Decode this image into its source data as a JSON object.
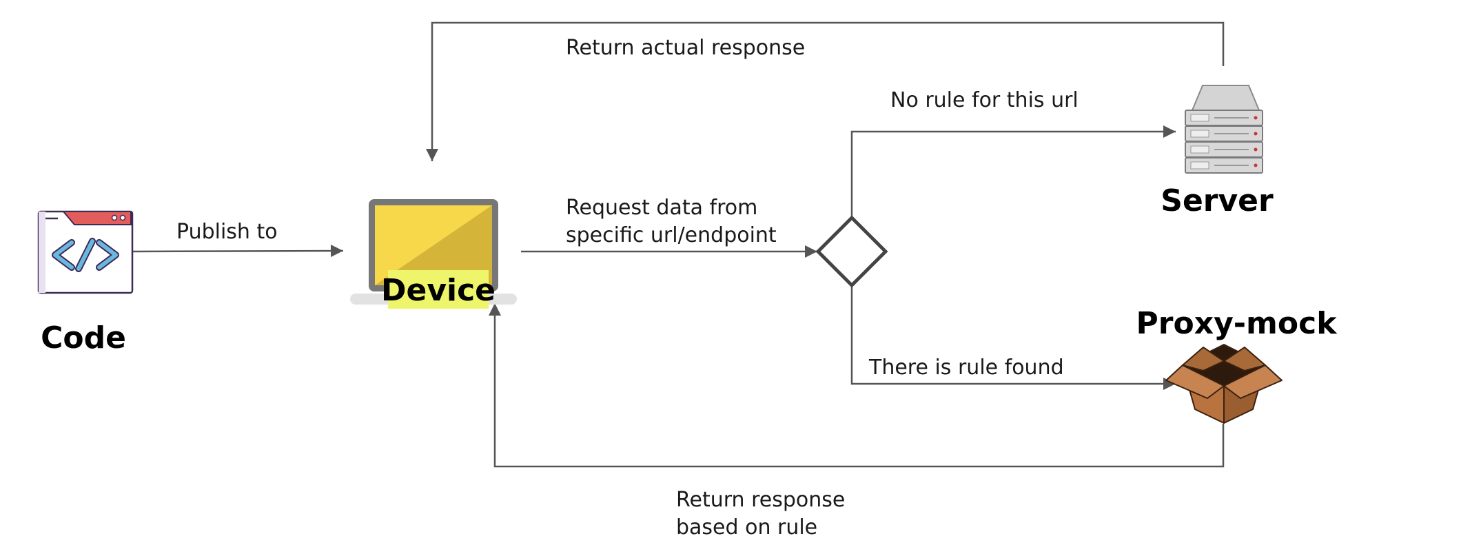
{
  "nodes": {
    "code": {
      "label": "Code"
    },
    "device": {
      "label": "Device"
    },
    "server": {
      "label": "Server"
    },
    "proxy": {
      "label": "Proxy-mock"
    }
  },
  "edges": {
    "publish": {
      "label": "Publish to"
    },
    "request": {
      "line1": "Request data from",
      "line2": "specific url/endpoint"
    },
    "no_rule": {
      "label": "No rule for this url"
    },
    "rule_found": {
      "label": "There is rule found"
    },
    "actual_response": {
      "label": "Return actual response"
    },
    "rule_response": {
      "line1": "Return response",
      "line2": "based on rule"
    }
  },
  "colors": {
    "line": "#555555",
    "device_highlight": "#eef56a",
    "device_screen": "#f7d84a",
    "box": "#b8733f",
    "code_header": "#e45d5d",
    "code_brackets": "#6ab7e0"
  },
  "icons": {
    "code": "code-window-icon",
    "device": "laptop-icon",
    "server": "server-rack-icon",
    "proxy": "open-box-icon",
    "decision": "decision-diamond"
  }
}
